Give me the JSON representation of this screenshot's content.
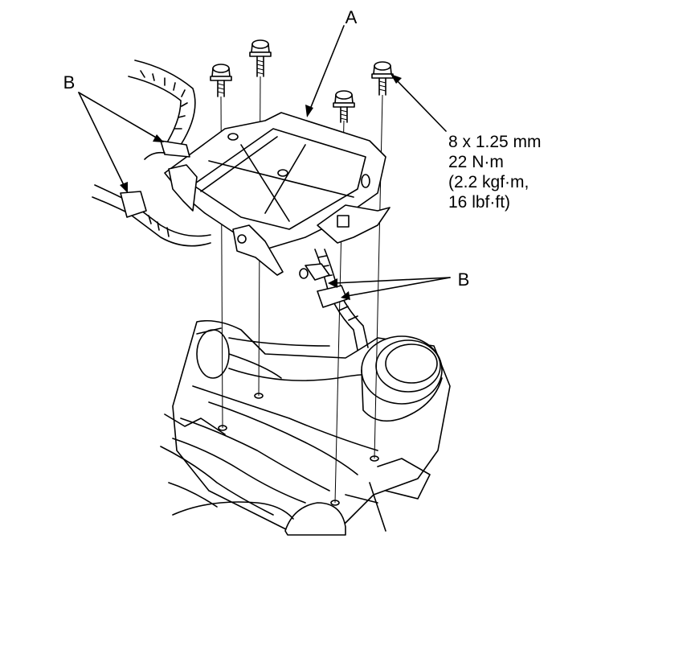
{
  "labels": {
    "a": "A",
    "b_left": "B",
    "b_right": "B"
  },
  "torque_spec": {
    "bolt_size": "8 x 1.25 mm",
    "torque_nm": "22 N·m",
    "torque_kgfm": "(2.2 kgf·m,",
    "torque_lbfft": "16 lbf·ft)"
  }
}
